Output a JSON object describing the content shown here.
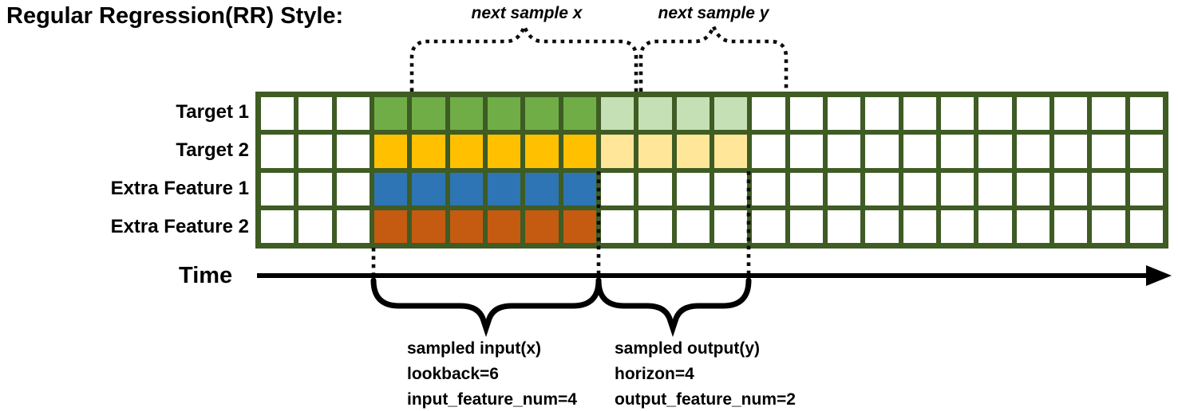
{
  "title": "Regular Regression(RR) Style:",
  "colors": {
    "border": "#3e5c23",
    "white": "#ffffff",
    "green": "#70ad47",
    "light_green": "#c5e0b4",
    "gold": "#ffc000",
    "light_gold": "#ffe699",
    "blue": "#2e75b6",
    "orange": "#c55a11",
    "ink": "#000000"
  },
  "time_label": "Time",
  "annotations": {
    "next_sample_x": "next sample x",
    "next_sample_y": "next sample y",
    "input_lines": [
      "sampled input(x)",
      "lookback=6",
      "input_feature_num=4"
    ],
    "output_lines": [
      "sampled output(y)",
      "horizon=4",
      "output_feature_num=2"
    ]
  },
  "sampling_params": {
    "lookback": 6,
    "horizon": 4,
    "input_feature_num": 4,
    "output_feature_num": 2
  },
  "grid": {
    "columns": 24,
    "rows": [
      {
        "name": "Target 1",
        "segments": [
          {
            "color": "white",
            "count": 3
          },
          {
            "color": "green",
            "count": 6
          },
          {
            "color": "light_green",
            "count": 4
          },
          {
            "color": "white",
            "count": 11
          }
        ]
      },
      {
        "name": "Target 2",
        "segments": [
          {
            "color": "white",
            "count": 3
          },
          {
            "color": "gold",
            "count": 6
          },
          {
            "color": "light_gold",
            "count": 4
          },
          {
            "color": "white",
            "count": 11
          }
        ]
      },
      {
        "name": "Extra Feature 1",
        "segments": [
          {
            "color": "white",
            "count": 3
          },
          {
            "color": "blue",
            "count": 6
          },
          {
            "color": "white",
            "count": 15
          }
        ]
      },
      {
        "name": "Extra Feature 2",
        "segments": [
          {
            "color": "white",
            "count": 3
          },
          {
            "color": "orange",
            "count": 6
          },
          {
            "color": "white",
            "count": 15
          }
        ]
      }
    ]
  }
}
